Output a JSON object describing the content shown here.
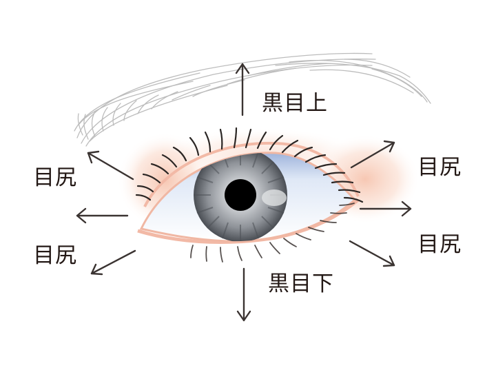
{
  "diagram": {
    "subject": "eye-illustration",
    "labels": {
      "top": "黒目上",
      "bottom": "黒目下",
      "left_upper": "目尻",
      "left_lower": "目尻",
      "right_upper": "目尻",
      "right_lower": "目尻"
    },
    "colors": {
      "text": "#231815",
      "arrow": "#3a3331",
      "lash": "#2b2624",
      "eyebrow": "#b8b8b8",
      "lid_line": "#f2b9a6",
      "blush": "#f6c4ad",
      "sclera_shadow": "#a9bde0",
      "iris_outer": "#555a60",
      "iris_inner": "#b9bcc1",
      "pupil": "#000000"
    }
  }
}
